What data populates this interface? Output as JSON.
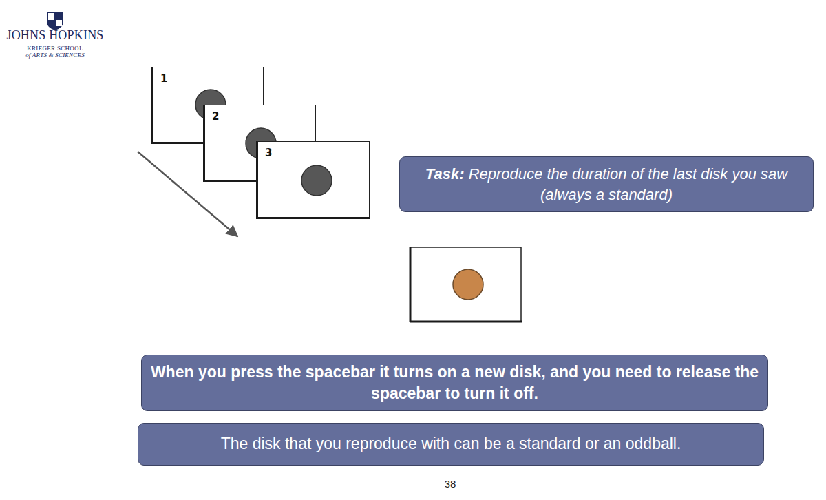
{
  "diagram": {
    "nodes": [
      {
        "text": [
          "1"
        ]
      },
      {
        "text": [
          "2"
        ]
      },
      {
        "text": [
          "3"
        ]
      },
      {
        "text": [
          "Task:",
          "Reproduce the duration of the last disk you saw (always a standard)"
        ]
      },
      {
        "text": [
          "When you press the spacebar it turns on a new disk, and you need to release the spacebar to turn it off."
        ]
      },
      {
        "text": [
          "The disk that you reproduce with can be a standard or an oddball."
        ]
      }
    ],
    "labels": [
      "JOHNS HOPKINS",
      "KRIEGER SCHOOL",
      "of ARTS & SCIENCES",
      "38"
    ]
  }
}
